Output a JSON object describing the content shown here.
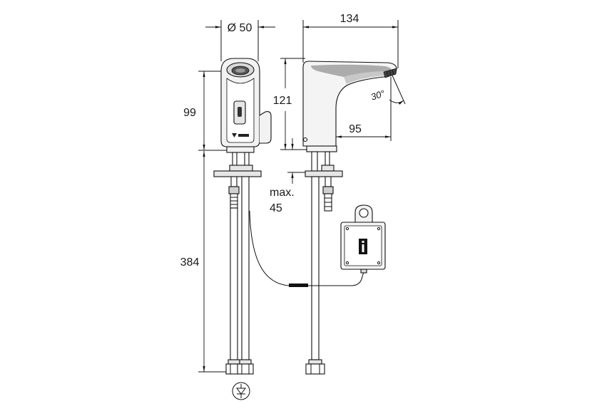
{
  "dimensions": {
    "diameter": "Ø 50",
    "width": "134",
    "height_side": "121",
    "height_front": "99",
    "angle": "30°",
    "reach": "95",
    "max_label": "max.",
    "max_value": "45",
    "total_height": "384"
  },
  "icons": {
    "control_box_symbol": "info-icon",
    "supply_symbol": "valve-symbol-icon"
  },
  "colors": {
    "line": "#111111",
    "body_fill": "#f2f2f2",
    "shade": "#9a9a9a"
  }
}
